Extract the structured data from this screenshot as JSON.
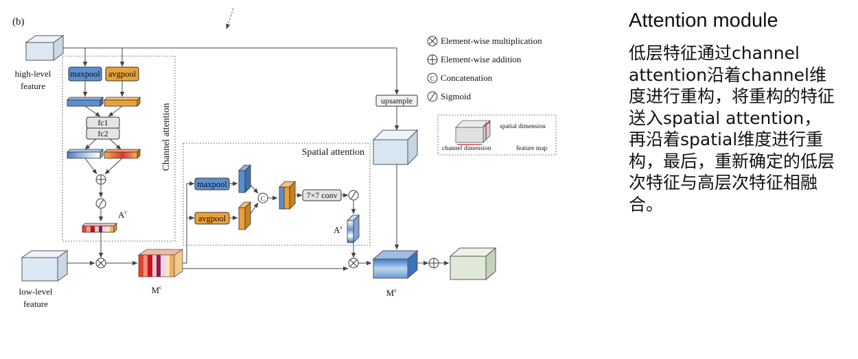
{
  "figure": {
    "panel_label": "(b)",
    "inputs": {
      "high_level": "high-level\nfeature",
      "low_level": "low-level\nfeature"
    },
    "channel_attention": {
      "title": "Channel attention",
      "maxpool": "maxpool",
      "avgpool": "avgpool",
      "fc1": "fc1",
      "fc2": "fc2",
      "a_c": "A",
      "a_c_sup": "c"
    },
    "spatial_attention": {
      "title": "Spatial attention",
      "maxpool": "maxpool",
      "avgpool": "avgpool",
      "conv": "7×7 conv",
      "a_s": "A",
      "a_s_sup": "s"
    },
    "upsample": "upsample",
    "m_c": "M",
    "m_c_sup": "c",
    "m_s": "M",
    "m_s_sup": "s",
    "legend": {
      "multiplication": "Element-wise multiplication",
      "addition": "Element-wise addition",
      "concatenation": "Concatenation",
      "sigmoid": "Sigmoid"
    },
    "dimension_key": {
      "spatial": "spatial dimension",
      "channel": "channel dimension",
      "feature_map": "feature map"
    },
    "colors": {
      "blue": "#5b8fd0",
      "orange": "#e9a23b",
      "gray": "#e4e4e4",
      "teal_block": "#d7e6f2",
      "green_block": "#e0e8d8"
    }
  },
  "panel": {
    "title": "Attention module",
    "text": "低层特征通过channel attention沿着channel维度进行重构，将重构的特征送入spatial attention，再沿着spatial维度进行重构，最后，重新确定的低层次特征与高层次特征相融合。"
  }
}
